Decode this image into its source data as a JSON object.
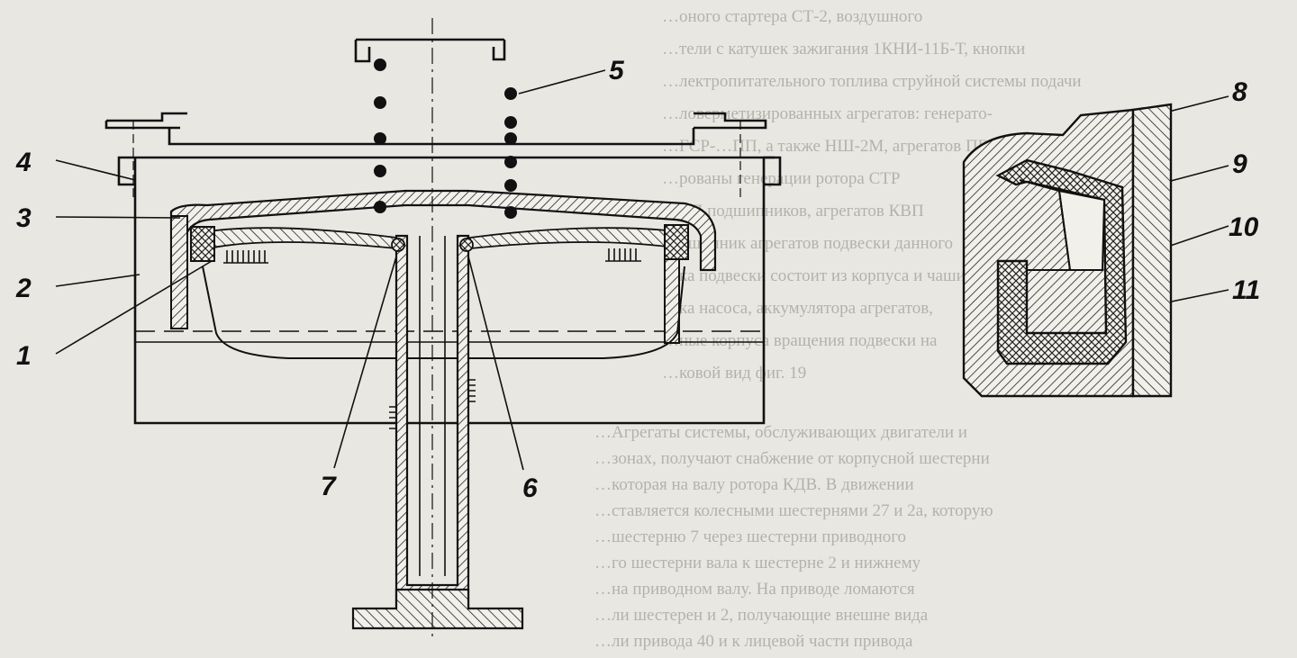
{
  "figure": {
    "callouts": {
      "c1": "1",
      "c2": "2",
      "c3": "3",
      "c4": "4",
      "c5": "5",
      "c6": "6",
      "c7": "7",
      "c8": "8",
      "c9": "9",
      "c10": "10",
      "c11": "11"
    }
  },
  "page_text": {
    "lines": [
      "…оного стартера СТ-2, воздушного",
      "…тели с катушек зажигания 1КНИ-11Б-Т, кнопки",
      "…лектропитательного топлива струйной системы подачи",
      "…ловерметизированных агрегатов: генерато-",
      "…ГСР-…ПП, а также НШ-2М, агрегатов ПБ",
      "…рованы генерации ротора СТР",
      "…ВП подшипников, агрегатов КВП",
      "…дшипник агрегатов подвески данного",
      "…ка подвески состоит из корпуса и чаши",
      "…ка насоса, аккумулятора агрегатов,",
      "…ные корпуса вращения подвески на",
      "…ковой вид фиг. 19",
      "…Агрегаты системы, обслуживающих двигатели и",
      "…зонах, получают снабжение от корпусной шестерни",
      "…которая на валу ротора КДВ. В движении",
      "…ставляется колесными шестернями 27 и 2а, которую",
      "…шестерню 7 через шестерни приводного",
      "…го шестерни вала к шестерне 2 и нижнему",
      "…на приводном валу. На приводе ломаются",
      "…ли шестерен и 2, получающие внешне вида",
      "…ли привода 40 и к лицевой части привода"
    ]
  }
}
